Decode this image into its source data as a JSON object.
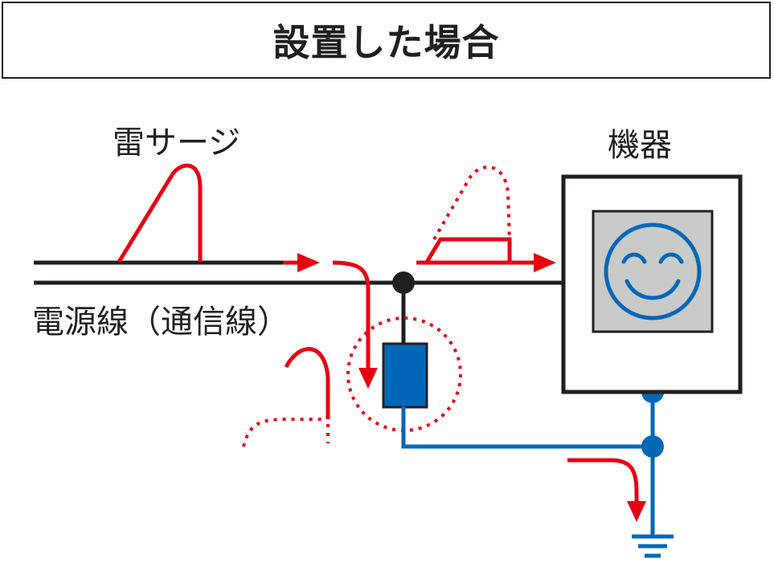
{
  "title": "設置した場合",
  "labels": {
    "lightning_surge": "雷サージ",
    "device": "機器",
    "power_line": "電源線（通信線）"
  },
  "colors": {
    "line": "#231f20",
    "surge": "#e60012",
    "ground": "#0068b7",
    "protector": "#0068b7",
    "device_screen": "#c9caca"
  },
  "icons": [
    "smiley-face-icon",
    "ground-icon"
  ]
}
